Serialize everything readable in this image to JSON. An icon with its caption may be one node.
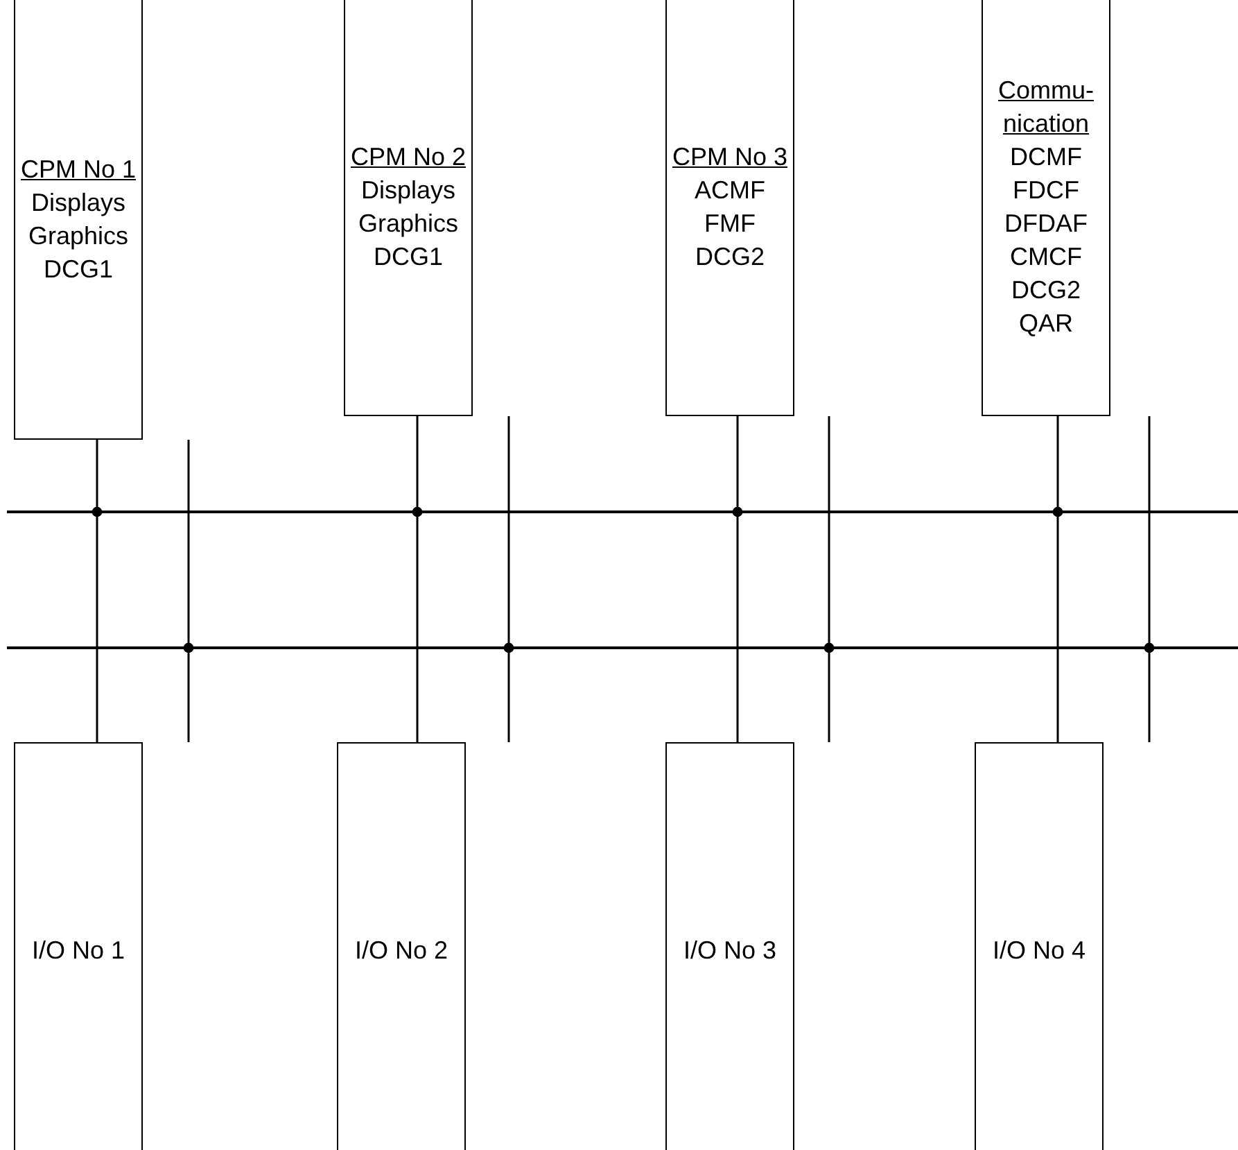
{
  "diagram": {
    "nodes": [
      {
        "text": [
          "CPM No 1",
          "Displays",
          "Graphics",
          "DCG1"
        ]
      },
      {
        "text": [
          "CPM No 2",
          "Displays",
          "Graphics",
          "DCG1"
        ]
      },
      {
        "text": [
          "CPM No 3",
          "ACMF",
          "FMF",
          "DCG2"
        ]
      },
      {
        "text": [
          "Commu-nication",
          "DCMF",
          "FDCF",
          "DFDAF",
          "CMCF",
          "DCG2",
          "QAR"
        ]
      },
      {
        "text": [],
        "shape": "bar"
      },
      {
        "text": [],
        "shape": "bar"
      },
      {
        "text": [
          "I/O No 1"
        ]
      },
      {
        "text": [
          "I/O No 2"
        ]
      },
      {
        "text": [
          "I/O No 3"
        ]
      },
      {
        "text": [
          "I/O No 4"
        ]
      }
    ],
    "edges": [
      {
        "from": 0,
        "to": 4,
        "arrow": "other"
      },
      {
        "from": 0,
        "to": 5,
        "arrow": "other"
      },
      {
        "from": 1,
        "to": 4,
        "arrow": "other"
      },
      {
        "from": 1,
        "to": 5,
        "arrow": "other"
      },
      {
        "from": 2,
        "to": 4,
        "arrow": "other"
      },
      {
        "from": 2,
        "to": 5,
        "arrow": "other"
      },
      {
        "from": 3,
        "to": 4,
        "arrow": "other"
      },
      {
        "from": 3,
        "to": 5,
        "arrow": "other"
      },
      {
        "from": 4,
        "to": 6,
        "arrow": "other"
      },
      {
        "from": 5,
        "to": 6,
        "arrow": "other"
      },
      {
        "from": 4,
        "to": 7,
        "arrow": "other"
      },
      {
        "from": 5,
        "to": 7,
        "arrow": "other"
      },
      {
        "from": 4,
        "to": 8,
        "arrow": "other"
      },
      {
        "from": 5,
        "to": 8,
        "arrow": "other"
      },
      {
        "from": 4,
        "to": 9,
        "arrow": "other"
      },
      {
        "from": 5,
        "to": 9,
        "arrow": "other"
      }
    ]
  }
}
